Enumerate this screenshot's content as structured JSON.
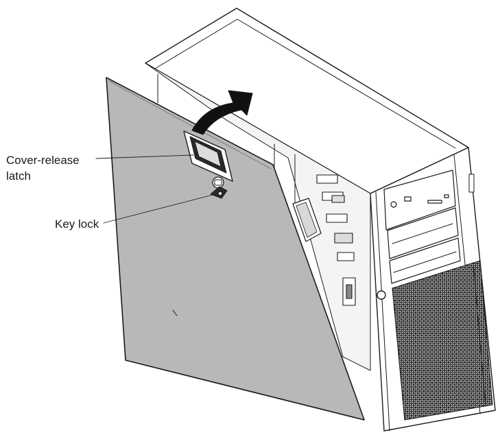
{
  "callouts": {
    "cover_release_latch_line1": "Cover-release",
    "cover_release_latch_line2": "latch",
    "key_lock": "Key lock"
  },
  "colors": {
    "side_cover": "#b8b8b8",
    "chassis": "#ffffff",
    "outline": "#1a1a1a",
    "arrow": "#111111"
  },
  "icons": [
    "cover-release-latch-icon",
    "key-lock-icon",
    "open-direction-arrow-icon"
  ]
}
